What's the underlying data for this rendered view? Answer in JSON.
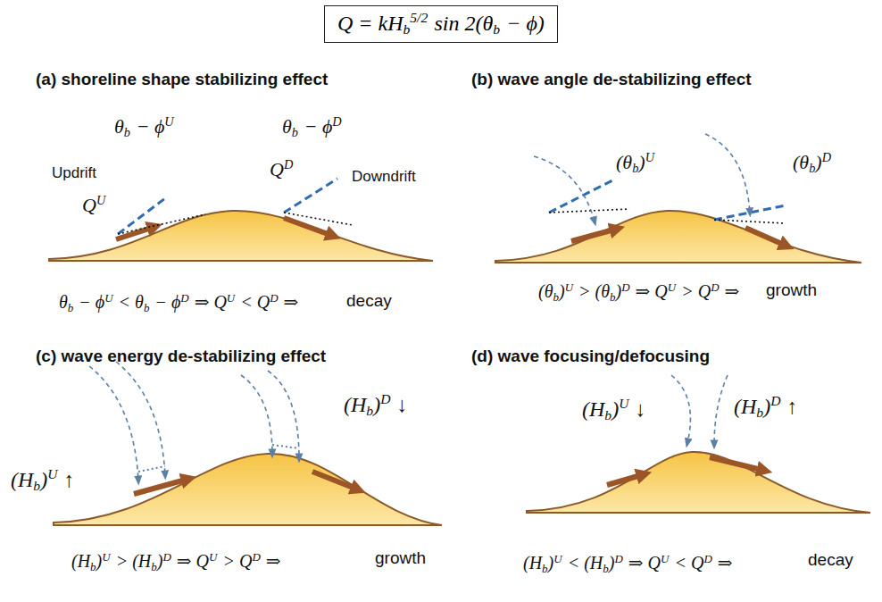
{
  "diagram": {
    "nodes": [
      {
        "text": [
          "Q = kH",
          "b",
          "5/2",
          "sin 2(θ",
          "b",
          "− ϕ)"
        ]
      }
    ],
    "labels": [
      "(a) shoreline shape stabilizing effect",
      "(b) wave angle de-stabilizing effect",
      "(c) wave energy de-stabilizing effect",
      "(d) wave focusing/defocusing",
      "θ",
      "b",
      "− ϕ",
      "U",
      "θ",
      "b",
      "− ϕ",
      "D",
      "Updrift",
      "Downdrift",
      "Q",
      "U",
      "Q",
      "D",
      "θ",
      "b",
      "− ϕ",
      "U",
      "< θ",
      "b",
      "− ϕ",
      "D",
      "⇒ Q",
      "U",
      "< Q",
      "D",
      "⇒",
      "decay",
      "(θ",
      "b",
      ")",
      "U",
      "(θ",
      "b",
      ")",
      "D",
      "(θ",
      "b",
      ")",
      "U",
      "> (θ",
      "b",
      ")",
      "D",
      "⇒ Q",
      "U",
      "> Q",
      "D",
      "⇒",
      "growth",
      "(H",
      "b",
      ")",
      "U",
      "↑",
      "(H",
      "b",
      ")",
      "D",
      "↓",
      "(H",
      "b",
      ")",
      "U",
      "> (H",
      "b",
      ")",
      "D",
      "⇒ Q",
      "U",
      "> Q",
      "D",
      "⇒",
      "growth",
      "(H",
      "b",
      ")",
      "U",
      "↓",
      "(H",
      "b",
      ")",
      "D",
      "↑",
      "(H",
      "b",
      ")",
      "U",
      "< (H",
      "b",
      ")",
      "D",
      "⇒ Q",
      "U",
      "< Q",
      "D",
      "⇒",
      "decay"
    ]
  }
}
